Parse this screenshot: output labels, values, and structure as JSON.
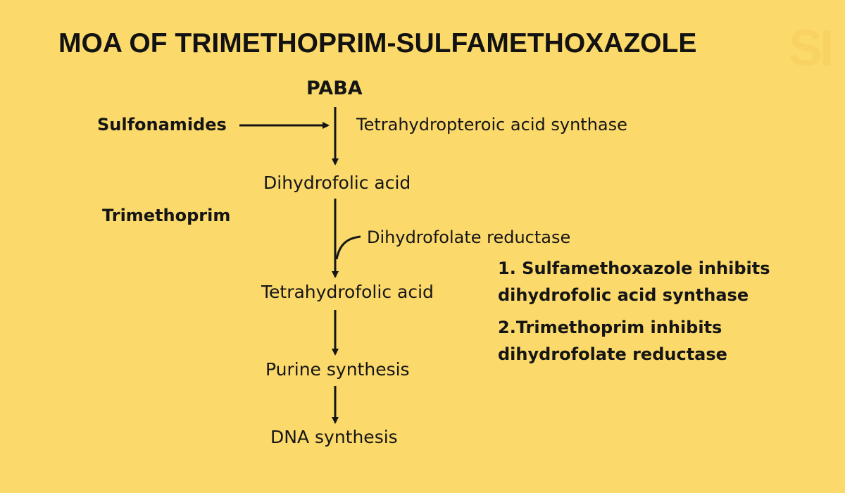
{
  "title": "MOA OF TRIMETHOPRIM-SULFAMETHOXAZOLE",
  "watermark_text": "SI",
  "nodes": {
    "paba": "PABA",
    "dihydrofolic_acid": "Dihydrofolic acid",
    "tetrahydrofolic_acid": "Tetrahydrofolic acid",
    "purine_synthesis": "Purine synthesis",
    "dna_synthesis": "DNA synthesis"
  },
  "enzymes": {
    "step1": "Tetrahydropteroic acid synthase",
    "step2": "Dihydrofolate reductase"
  },
  "drugs": {
    "sulfonamides": "Sulfonamides",
    "trimethoprim": "Trimethoprim"
  },
  "notes": [
    "1. Sulfamethoxazole inhibits dihydrofolic acid synthase",
    "2.Trimethoprim inhibits dihydrofolate reductase"
  ],
  "colors": {
    "background": "#fbd96a",
    "text": "#151515"
  }
}
